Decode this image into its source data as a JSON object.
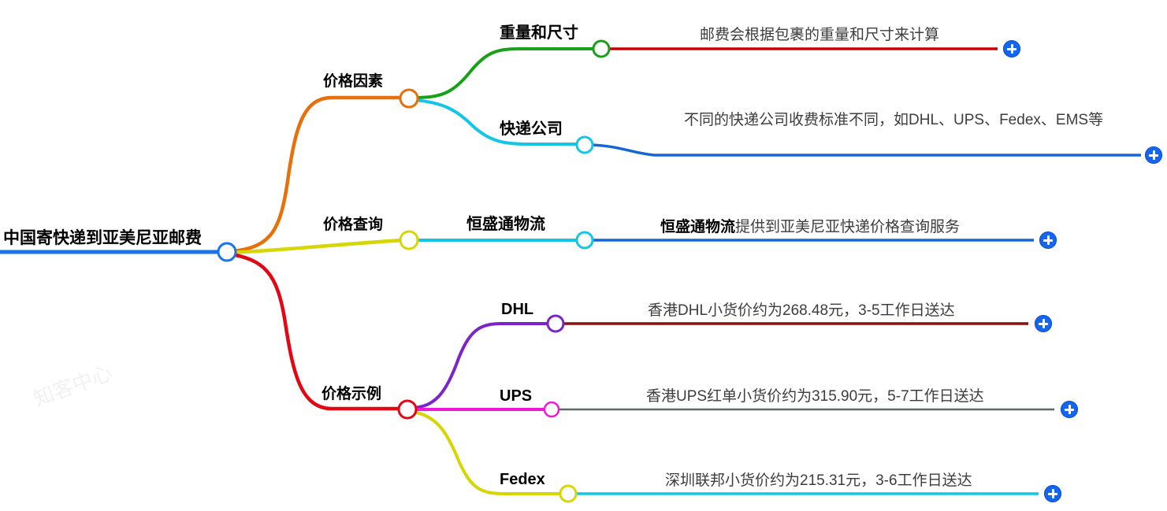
{
  "mindmap": {
    "root": {
      "label": "中国寄快递到亚美尼亚邮费",
      "node_color": "#1a73e8",
      "underline_color": "#1a73e8"
    },
    "branches": [
      {
        "label": "价格因素",
        "color": "#e8700a",
        "node_color": "#e8700a",
        "children": [
          {
            "label": "重量和尺寸",
            "color": "#18a018",
            "node_color": "#18a018",
            "leaf": {
              "text": "邮费会根据包裹的重量和尺寸来计算",
              "line_color": "#cc0000",
              "button": "plus-button"
            }
          },
          {
            "label": "快递公司",
            "color": "#13c6e8",
            "node_color": "#13c6e8",
            "leaf": {
              "text_line1": "不同的快递公司收费标准不同，如DHL、UPS、Fedex、",
              "text_line2": "EMS等",
              "line_color": "#1565d8",
              "button": "plus-button"
            }
          }
        ]
      },
      {
        "label": "价格查询",
        "color": "#d6d604",
        "node_color": "#d6d604",
        "children": [
          {
            "label": "恒盛通物流",
            "color": "#13c6e8",
            "node_color": "#13c6e8",
            "leaf": {
              "text_bold": "恒盛通物流",
              "text_rest": "提供到亚美尼亚快递价格查询服务",
              "line_color": "#1565d8",
              "button": "plus-button"
            }
          }
        ]
      },
      {
        "label": "价格示例",
        "color": "#e30613",
        "node_color": "#e30613",
        "children": [
          {
            "label": "DHL",
            "color": "#7b24c9",
            "node_color": "#7b24c9",
            "leaf": {
              "text": "香港DHL小货价约为268.48元，3-5工作日送达",
              "line_color": "#8a1010",
              "button": "plus-button"
            }
          },
          {
            "label": "UPS",
            "color": "#f018d8",
            "node_color": "#f018d8",
            "leaf": {
              "text": "香港UPS红单小货价约为315.90元，5-7工作日送达",
              "line_color": "#5c6a62",
              "button": "plus-button"
            }
          },
          {
            "label": "Fedex",
            "color": "#d6d604",
            "node_color": "#d6d604",
            "leaf": {
              "text": "深圳联邦小货价约为215.31元，3-6工作日送达",
              "line_color": "#13c6e8",
              "button": "plus-button"
            }
          }
        ]
      }
    ],
    "watermark": "知客中心"
  }
}
